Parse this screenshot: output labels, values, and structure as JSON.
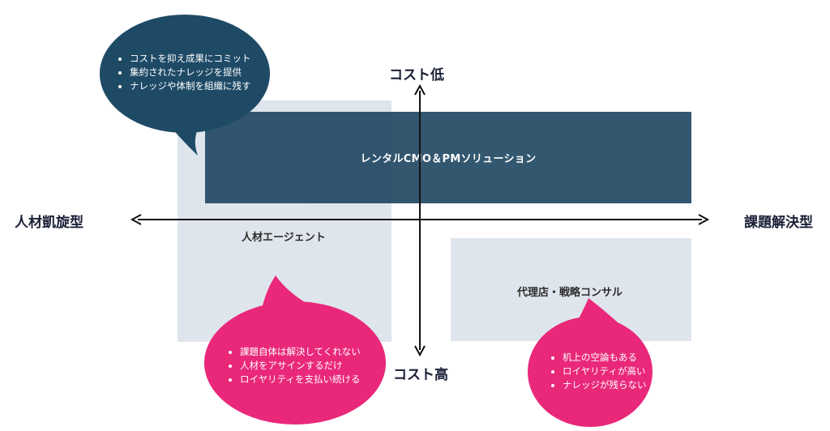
{
  "axes": {
    "top": "コスト低",
    "bottom": "コスト高",
    "left": "人材凱旋型",
    "right": "課題解決型"
  },
  "regions": {
    "dark_box": "レンタルCMO＆PMソリューション",
    "left_box": "人材エージェント",
    "right_box": "代理店・戦略コンサル"
  },
  "bubbles": {
    "top": {
      "color": "#1e4a66",
      "items": [
        "コストを抑え成果にコミット",
        "集約されたナレッジを提供",
        "ナレッジや体制を組織に残す"
      ]
    },
    "bottom_left": {
      "color": "#e9287a",
      "items": [
        "課題自体は解決してくれない",
        "人材をアサインするだけ",
        "ロイヤリティを支払い続ける"
      ]
    },
    "bottom_right": {
      "color": "#e9287a",
      "items": [
        "机上の空論もある",
        "ロイヤリティが高い",
        "ナレッジが残らない"
      ]
    }
  }
}
